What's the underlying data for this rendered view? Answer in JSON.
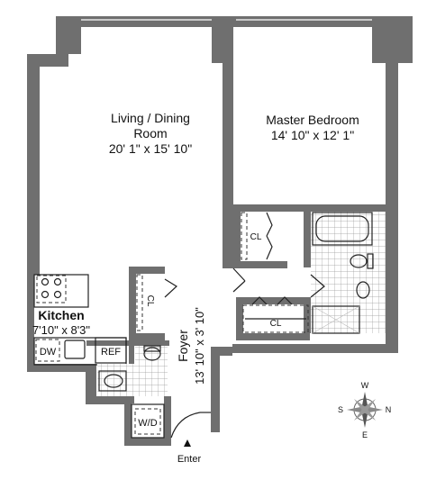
{
  "rooms": {
    "living": {
      "name_line1": "Living / Dining",
      "name_line2": "Room",
      "dims": "20' 1\" x 15' 10\""
    },
    "bedroom": {
      "name": "Master Bedroom",
      "dims": "14' 10\" x 12' 1\""
    },
    "kitchen": {
      "name": "Kitchen",
      "dims": "7'10\" x 8'3\""
    },
    "foyer": {
      "name": "Foyer",
      "dims": "13' 10\" x 3' 10\""
    }
  },
  "fixtures": {
    "closet_bedroom": "CL",
    "closet_foyer": "CL",
    "closet_bath": "CL",
    "dishwasher": "DW",
    "refrigerator": "REF",
    "washer_dryer": "W/D"
  },
  "entry": {
    "label": "Enter"
  },
  "compass": {
    "north": "N",
    "south": "S",
    "east": "E",
    "west": "W"
  },
  "colors": {
    "wall": "#6f6f6f",
    "tile": "#d9d9d9",
    "background": "#ffffff"
  }
}
